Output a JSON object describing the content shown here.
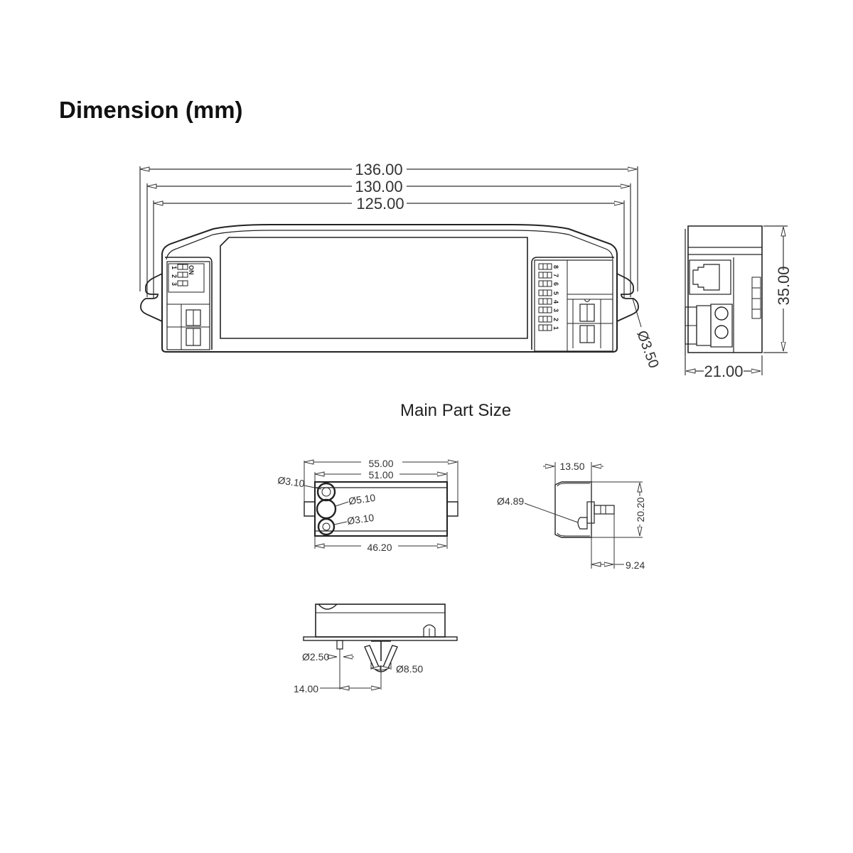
{
  "header": {
    "title": "Dimension (mm)"
  },
  "main_view": {
    "caption": "Main Part Size",
    "dims": {
      "overall_length": "136.00",
      "mount_hole_spacing": "130.00",
      "body_length": "125.00",
      "mount_hole_diameter": "Ø3.50",
      "height": "35.00",
      "depth": "21.00"
    },
    "dip_switch_left": {
      "on_label": "ON",
      "numbers": [
        "1",
        "2",
        "3"
      ]
    },
    "dip_switch_right": {
      "numbers": [
        "1",
        "2",
        "3",
        "4",
        "5",
        "6",
        "7",
        "8"
      ]
    }
  },
  "sensor_view": {
    "dims": {
      "overall_length": "55.00",
      "hole_spacing": "51.00",
      "body_length": "46.20",
      "top_lens_diameter": "Ø3.10",
      "center_lens_diameter": "Ø5.10",
      "bottom_lens_diameter": "Ø3.10",
      "side_width": "13.50",
      "side_height": "20.20",
      "side_lens_diameter": "Ø4.89",
      "clip_depth": "9.24",
      "pin_diameter": "Ø2.50",
      "clip_diameter": "Ø8.50",
      "pin_to_clip": "14.00"
    }
  }
}
